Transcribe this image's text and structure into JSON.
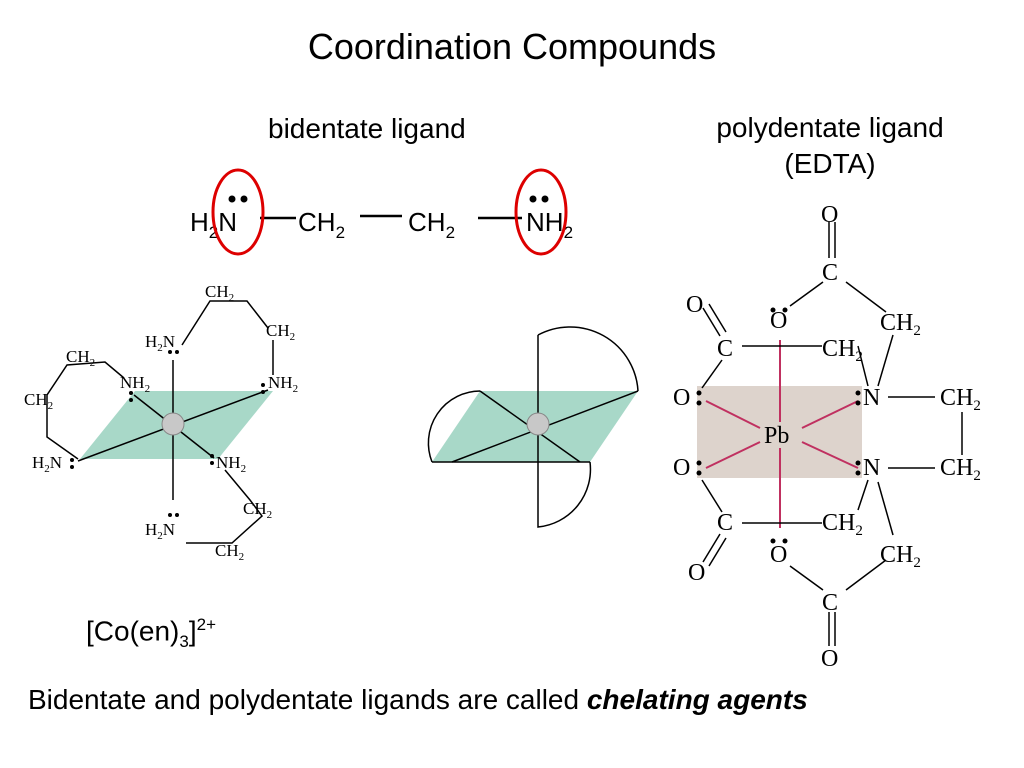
{
  "title": "Coordination Compounds",
  "bidentate": {
    "heading": "bidentate ligand",
    "formula": {
      "h": "H",
      "h_sub": "2",
      "n": "N",
      "ch2_a": "CH",
      "ch2_a_sub": "2",
      "ch2_b": "CH",
      "ch2_b_sub": "2",
      "nh2": "NH",
      "nh2_sub": "2"
    }
  },
  "polydentate": {
    "heading_line1": "polydentate ligand",
    "heading_line2": "(EDTA)"
  },
  "cobalt_complex": {
    "labels": {
      "ch2": "CH",
      "sub2": "2",
      "h2n": "H",
      "n": "N",
      "nh2": "NH"
    },
    "caption_main": "[Co(en)",
    "caption_sub": "3",
    "caption_end": "]",
    "caption_sup": "2+"
  },
  "edta": {
    "o": "O",
    "c": "C",
    "n": "N",
    "ch2": "CH",
    "sub2": "2",
    "metal": "Pb"
  },
  "footer": {
    "text": "Bidentate and polydentate ligands are called",
    "emphasis": "chelating agents"
  },
  "colors": {
    "plane": "#a8d8c8",
    "lone_pair_circle": "#dd0000",
    "edta_plane": "#ddd3cc",
    "pb_bonds": "#c03060"
  }
}
